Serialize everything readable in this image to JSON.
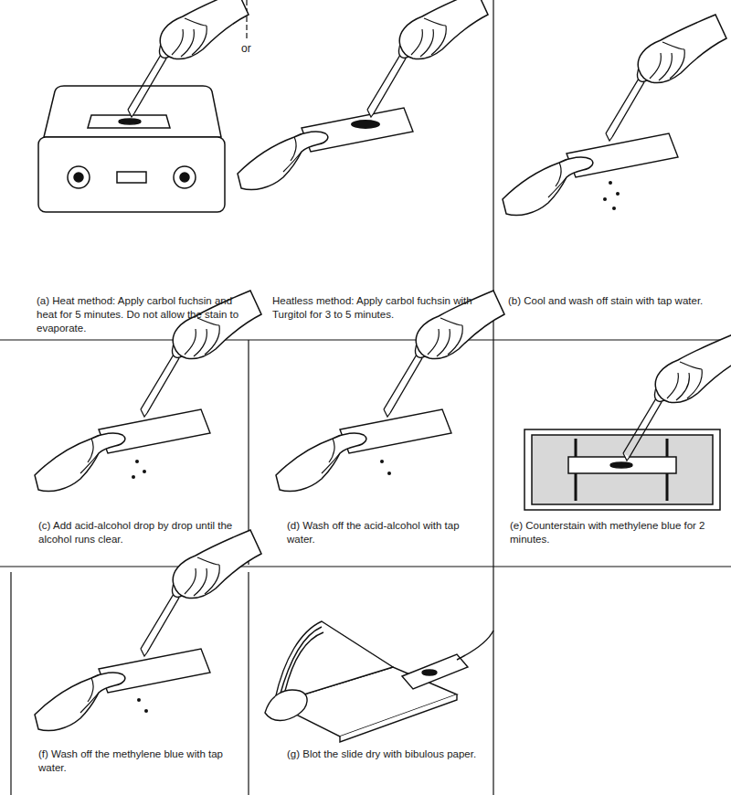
{
  "diagram": {
    "labels": [
      "(a) Heat method: Apply carbol fuchsin and heat for 5 minutes. Do not allow the stain to evaporate.",
      "or",
      "Heatless method: Apply carbol fuchsin with Turgitol for 3 to 5 minutes.",
      "(b) Cool and wash off stain with tap water.",
      "(c) Add acid-alcohol drop by drop until the alcohol runs clear.",
      "(d) Wash off the acid-alcohol with tap water.",
      "(e) Counterstain with methylene blue for 2 minutes.",
      "(f) Wash off the methylene blue with tap water.",
      "(g) Blot the slide dry with bibulous paper."
    ]
  }
}
